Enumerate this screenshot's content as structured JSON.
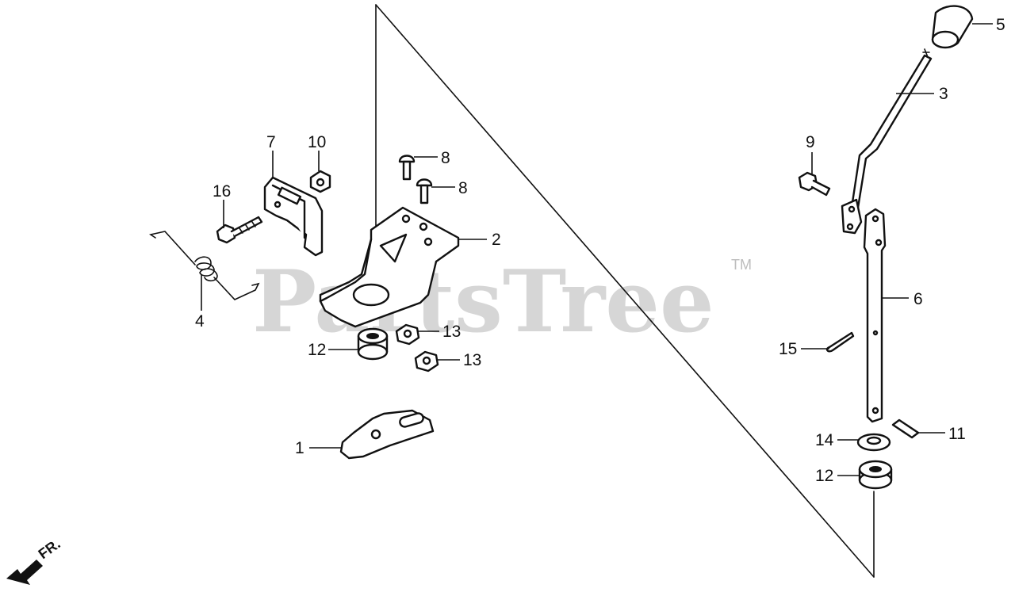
{
  "watermark": {
    "text": "PartsTree",
    "mark": "TM"
  },
  "direction": {
    "label": "FR."
  },
  "callouts": [
    {
      "id": "1",
      "part": "part-1"
    },
    {
      "id": "2",
      "part": "part-2"
    },
    {
      "id": "3",
      "part": "part-3"
    },
    {
      "id": "4",
      "part": "part-4"
    },
    {
      "id": "5",
      "part": "part-5"
    },
    {
      "id": "6",
      "part": "part-6"
    },
    {
      "id": "7",
      "part": "part-7"
    },
    {
      "id": "8",
      "part": "part-8a"
    },
    {
      "id": "8",
      "part": "part-8b"
    },
    {
      "id": "9",
      "part": "part-9"
    },
    {
      "id": "10",
      "part": "part-10"
    },
    {
      "id": "11",
      "part": "part-11"
    },
    {
      "id": "12",
      "part": "part-12a"
    },
    {
      "id": "12",
      "part": "part-12b"
    },
    {
      "id": "13",
      "part": "part-13a"
    },
    {
      "id": "13",
      "part": "part-13b"
    },
    {
      "id": "14",
      "part": "part-14"
    },
    {
      "id": "15",
      "part": "part-15"
    },
    {
      "id": "16",
      "part": "part-16"
    }
  ]
}
